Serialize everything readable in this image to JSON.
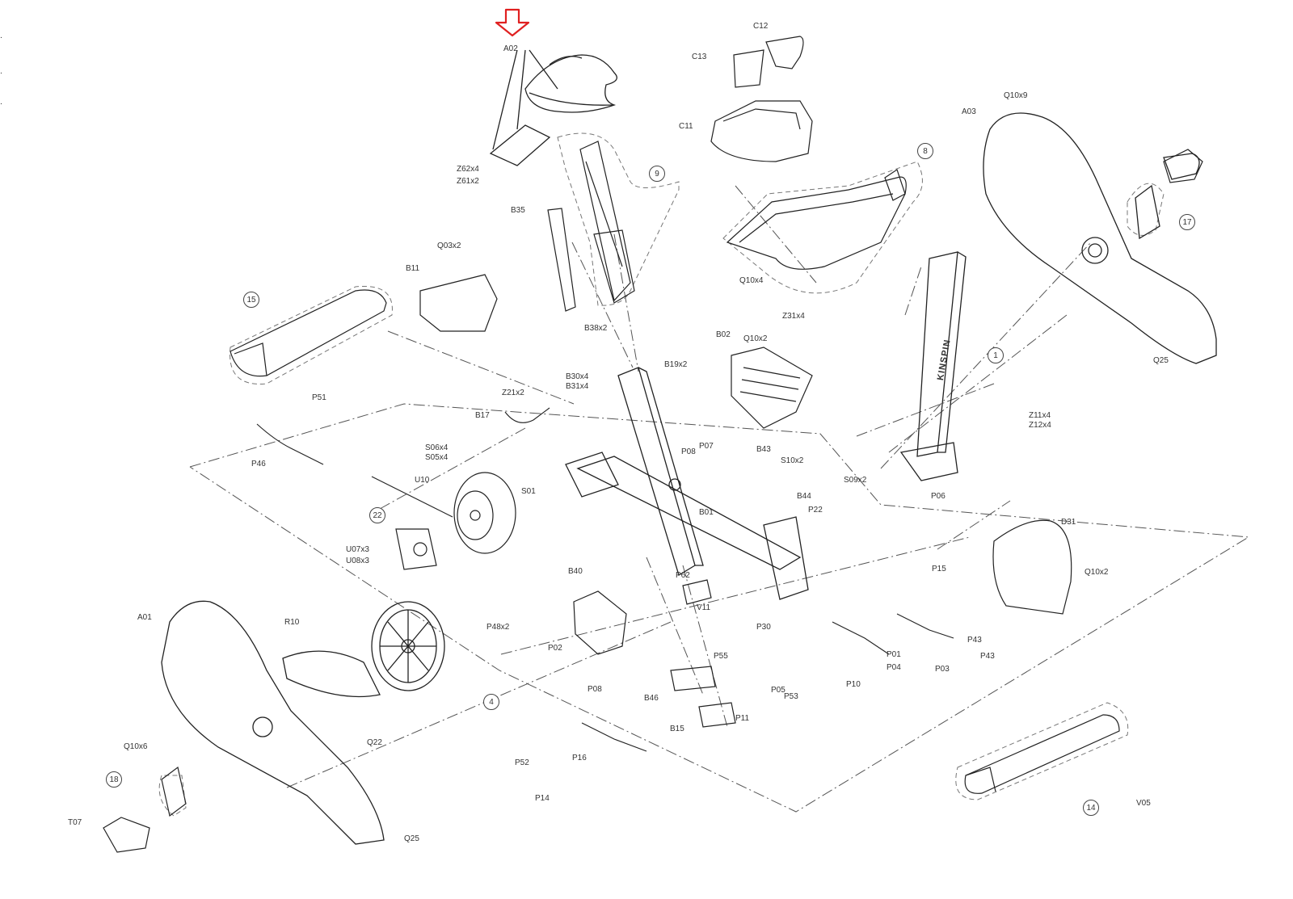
{
  "labels": {
    "a02": "A02",
    "a03": "A03",
    "a01": "A01",
    "c12": "C12",
    "c13": "C13",
    "c11": "C11",
    "z62": "Z62x4",
    "z61": "Z61x2",
    "b35": "B35",
    "b11": "B11",
    "q03": "Q03x2",
    "q10a": "Q10x9",
    "q10b": "Q10x4",
    "q10c": "Q10x2",
    "q10d": "Q10x6",
    "q10e": "Q10x2",
    "z31": "Z31x4",
    "b02": "B02",
    "p51": "P51",
    "p46": "P46",
    "u10": "U10",
    "b17": "B17",
    "z21": "Z21x2",
    "b30": "B30x4",
    "b31": "B31x4",
    "b19": "B19x2",
    "b38": "B38x2",
    "s06": "S06x4",
    "s05": "S05x4",
    "s01": "S01",
    "b01": "B01",
    "p08": "P08",
    "p07": "P07",
    "b43": "B43",
    "s10": "S10x2",
    "s09": "S09x2",
    "b44": "B44",
    "p22": "P22",
    "u07": "U07x3",
    "u08": "U08x3",
    "b40": "B40",
    "p48": "P48x2",
    "p62": "P62",
    "v11": "V11",
    "p02": "P02",
    "p30": "P30",
    "p06": "P06",
    "d31": "D31",
    "p15": "P15",
    "p43": "P43",
    "p01": "P01",
    "p04": "P04",
    "p03": "P03",
    "p10": "P10",
    "p55": "P55",
    "p53": "P53",
    "p05": "P05",
    "b46": "B46",
    "b15": "B15",
    "p11": "P11",
    "p52": "P52",
    "p16": "P16",
    "p14": "P14",
    "r10": "R10",
    "t07": "T07",
    "q22": "Q22",
    "q25a": "Q25",
    "q25b": "Q25",
    "v05": "V05",
    "z11": "Z11x4",
    "z12": "Z12x4"
  },
  "callouts": {
    "c1": "1",
    "c4": "4",
    "c8": "8",
    "c9": "9",
    "c14": "14",
    "c15": "15",
    "c17": "17",
    "c18": "18",
    "c22": "22"
  },
  "edge_ticks": [
    ".",
    ".",
    "."
  ],
  "marker": {
    "icon": "down-arrow-icon",
    "color": "#e02020"
  },
  "frame_text": "KINSPIN"
}
